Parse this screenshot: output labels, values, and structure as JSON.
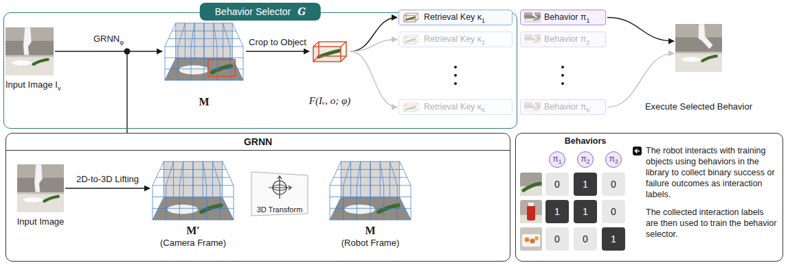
{
  "diagram": {
    "nodes": [
      {
        "text": [
          "Behavior Selector",
          "G"
        ]
      },
      {
        "text": [
          "Input Image Iv"
        ],
        "in": 0
      },
      {
        "text": [
          "M"
        ],
        "in": 0
      },
      {
        "text": [
          "F(Iᵥ, o; φ)"
        ],
        "in": 0
      },
      {
        "text": [
          "Retrieval Key κ1"
        ],
        "in": 0
      },
      {
        "text": [
          "Retrieval Key κ2"
        ],
        "in": 0
      },
      {
        "text": [
          "Retrieval Key κK"
        ],
        "in": 0
      },
      {
        "text": [
          "Behavior π1"
        ]
      },
      {
        "text": [
          "Behavior π2"
        ]
      },
      {
        "text": [
          "Behavior πK"
        ]
      },
      {
        "text": [
          "Execute Selected Behavior"
        ]
      },
      {
        "text": [
          "GRNN"
        ]
      },
      {
        "text": [
          "Input Image"
        ],
        "in": 11
      },
      {
        "text": [
          "M′",
          "(Camera Frame)"
        ],
        "in": 11
      },
      {
        "text": [
          "3D Transform"
        ],
        "in": 11
      },
      {
        "text": [
          "M",
          "(Robot Frame)"
        ],
        "in": 11
      },
      {
        "text": [
          "Behaviors",
          "The robot interacts with training objects using behaviors in the library to collect binary success or failure outcomes as interaction labels.",
          "The collected interaction labels are then used to train the behavior selector."
        ]
      },
      {
        "text": [
          "π1"
        ],
        "in": 16
      },
      {
        "text": [
          "π2"
        ],
        "in": 16
      },
      {
        "text": [
          "π3"
        ],
        "in": 16
      }
    ],
    "edges": [
      {
        "from": 1,
        "to": 2,
        "arrow": "to",
        "label": "GRNNφ"
      },
      {
        "from": 2,
        "to": 3,
        "arrow": "to",
        "label": "Crop to Object"
      },
      {
        "from": 3,
        "to": 4,
        "arrow": "to"
      },
      {
        "from": 3,
        "to": 5,
        "arrow": "to"
      },
      {
        "from": 3,
        "to": 6,
        "arrow": "to"
      },
      {
        "from": 7,
        "to": 10,
        "arrow": "to"
      },
      {
        "from": 9,
        "to": 10,
        "arrow": "to"
      },
      {
        "from": 12,
        "to": 13,
        "arrow": "to",
        "label": "2D-to-3D Lifting"
      }
    ],
    "labels": [
      "0",
      "1",
      "0",
      "1",
      "1",
      "0",
      "0",
      "0",
      "1"
    ]
  }
}
